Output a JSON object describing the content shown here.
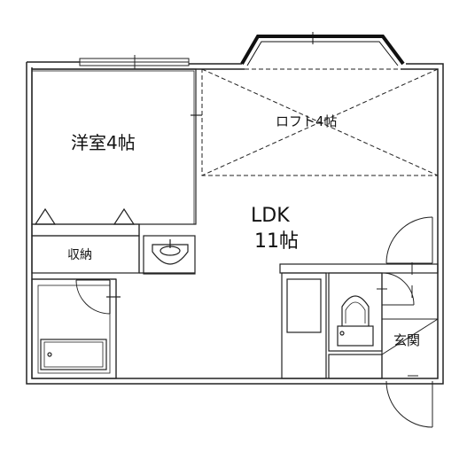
{
  "rooms": {
    "western": "洋室4帖",
    "loft": "ロフト4帖",
    "ldk_name": "LDK",
    "ldk_size": "11帖",
    "storage": "収納",
    "entrance": "玄関"
  }
}
